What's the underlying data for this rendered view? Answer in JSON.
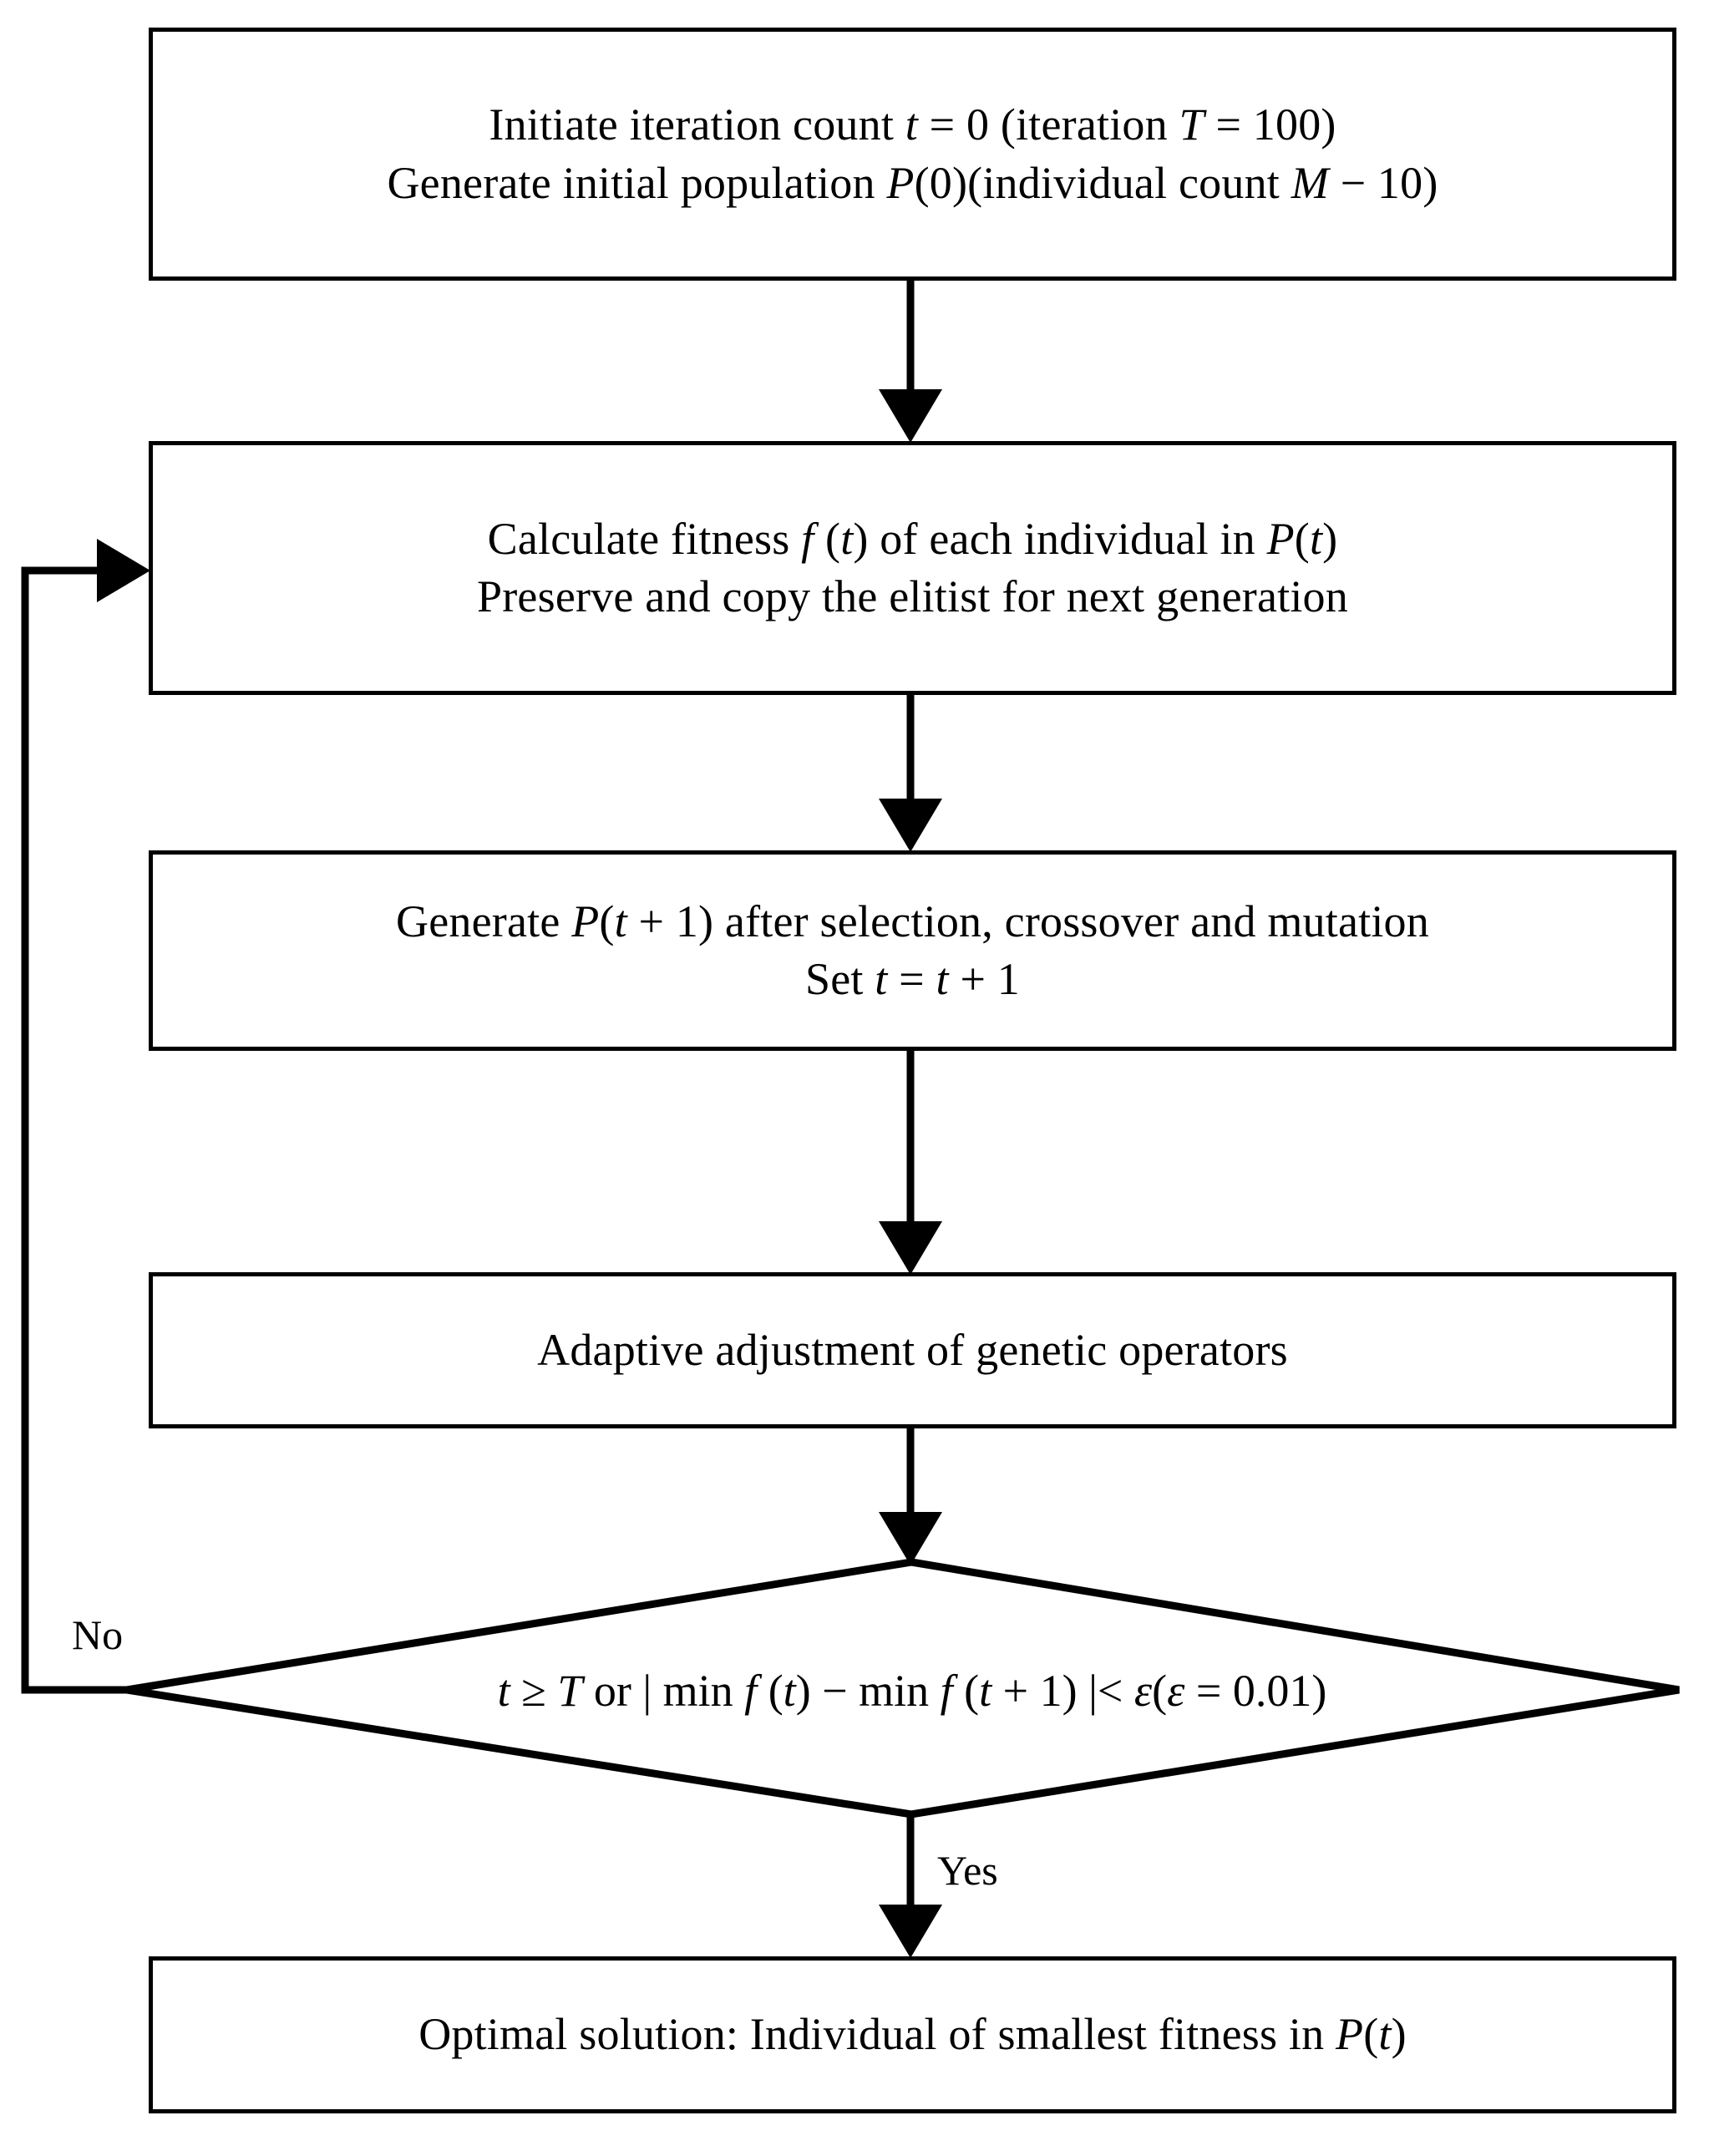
{
  "diagram": {
    "title": "Adaptive genetic algorithm flowchart",
    "type": "flowchart",
    "background_color": "#ffffff",
    "stroke_color": "#000000"
  },
  "nodes": {
    "init": {
      "shape": "process",
      "line1": "Initiate iteration count t = 0 (iteration T = 100)",
      "line2": "Generate initial population P(0)(individual count M − 10)"
    },
    "fitness": {
      "shape": "process",
      "line1": "Calculate fitness f (t) of each individual in P(t)",
      "line2": "Preserve and copy the elitist for next generation"
    },
    "genetic_ops": {
      "shape": "process",
      "line1": "Generate  P(t + 1)  after selection, crossover and mutation",
      "line2": "Set  t = t + 1"
    },
    "adaptive": {
      "shape": "process",
      "line1": "Adaptive adjustment of genetic operators"
    },
    "decision": {
      "shape": "diamond",
      "condition": "t ≥ T or  | min f (t) − min f (t + 1) |< ε(ε = 0.01)"
    },
    "result": {
      "shape": "process",
      "line1": "Optimal solution: Individual of smallest fitness in  P(t)"
    }
  },
  "edges": {
    "no_label": "No",
    "yes_label": "Yes"
  }
}
